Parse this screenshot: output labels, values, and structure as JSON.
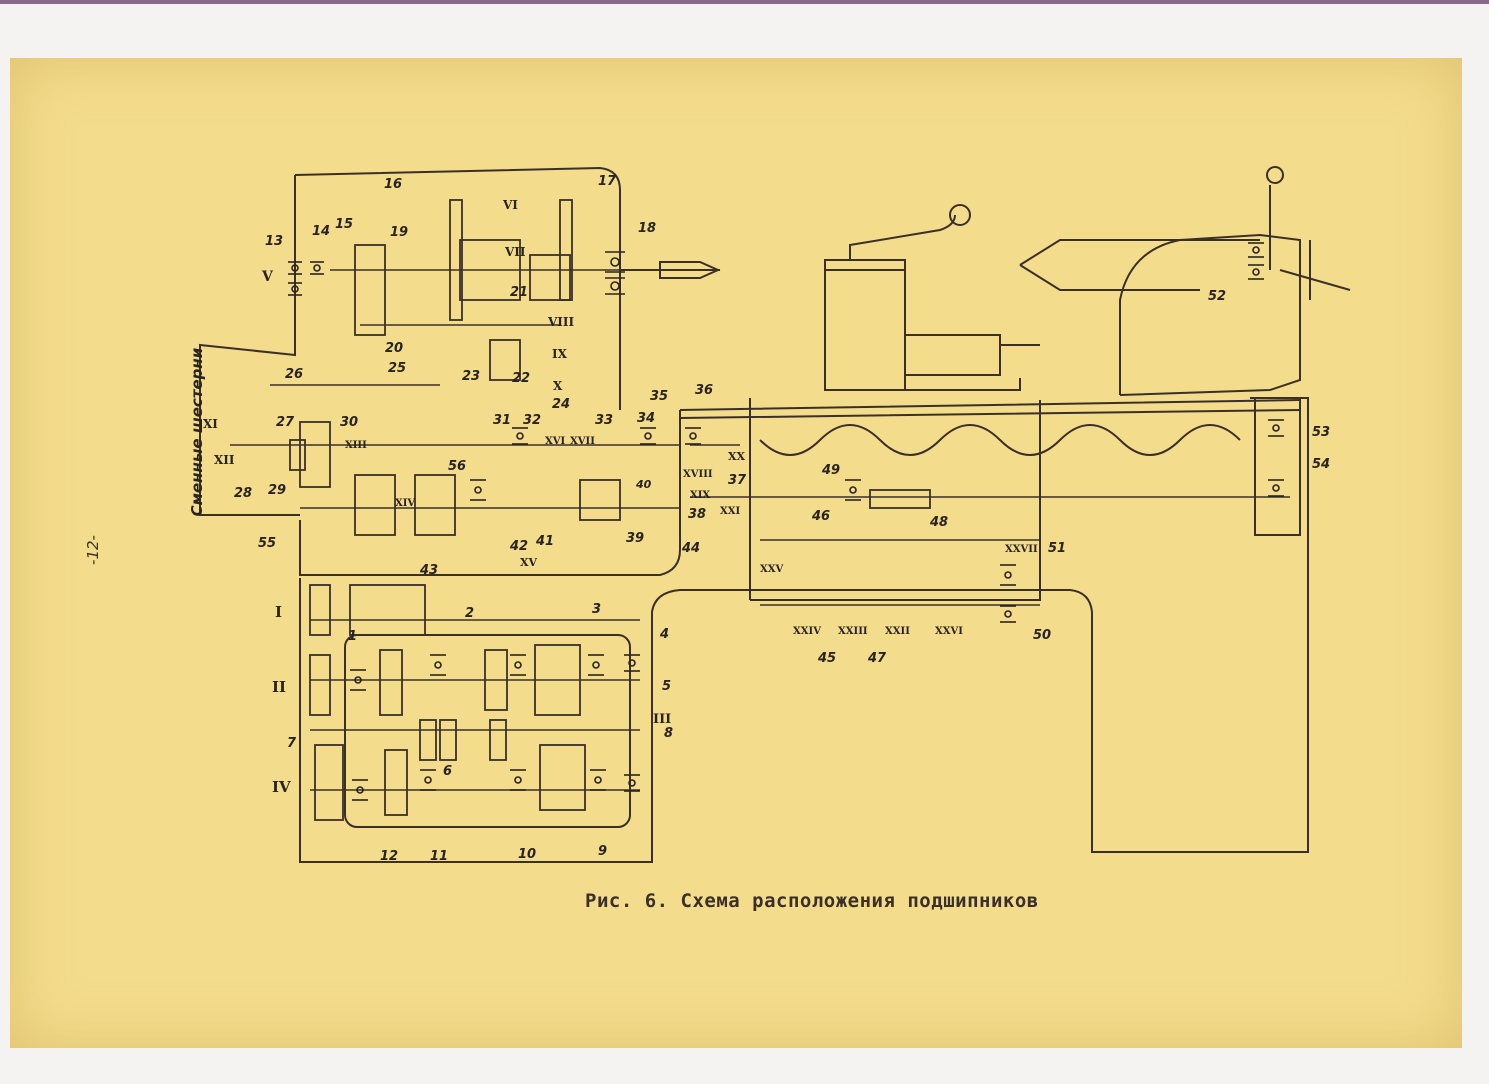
{
  "caption": {
    "prefix": "Рис. 6.",
    "text": "Схема расположения подшипников"
  },
  "page_number": "-12-",
  "vertical_label": "Сменные шестерни",
  "bearing_numbers": [
    "1",
    "2",
    "3",
    "4",
    "5",
    "6",
    "7",
    "8",
    "9",
    "10",
    "11",
    "12",
    "13",
    "14",
    "15",
    "16",
    "17",
    "18",
    "19",
    "20",
    "21",
    "22",
    "23",
    "24",
    "25",
    "26",
    "27",
    "28",
    "29",
    "30",
    "31",
    "32",
    "33",
    "34",
    "35",
    "36",
    "37",
    "38",
    "39",
    "40",
    "41",
    "42",
    "43",
    "44",
    "45",
    "46",
    "47",
    "48",
    "49",
    "50",
    "51",
    "52",
    "53",
    "54",
    "55",
    "56"
  ],
  "shaft_numerals": [
    "I",
    "II",
    "III",
    "IV",
    "V",
    "VI",
    "VII",
    "VIII",
    "IX",
    "X",
    "XI",
    "XII",
    "XIII",
    "XIV",
    "XV",
    "XVI",
    "XVII",
    "XVIII",
    "XIX",
    "XX",
    "XXI",
    "XXII",
    "XXIII",
    "XXIV",
    "XXV",
    "XXVI",
    "XXVII"
  ],
  "colors": {
    "paper": "#f3dc8c",
    "ink": "#3a3028",
    "background": "#f4f3f1"
  }
}
